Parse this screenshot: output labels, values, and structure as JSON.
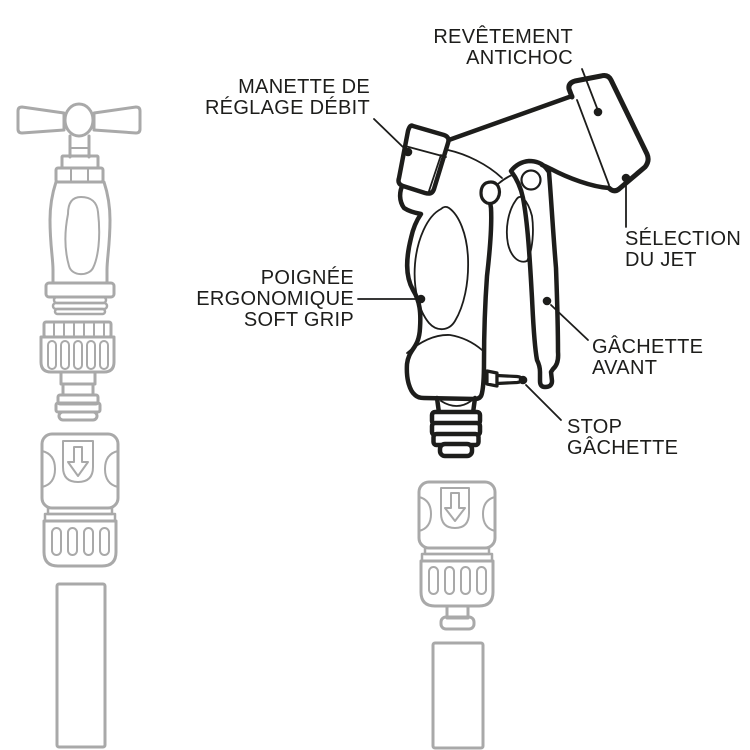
{
  "callouts": {
    "revetement_antichoc": {
      "lines": [
        "REVÊTEMENT",
        "ANTICHOC"
      ]
    },
    "manette_reglage_debit": {
      "lines": [
        "MANETTE DE",
        "RÉGLAGE DÉBIT"
      ]
    },
    "selection_du_jet": {
      "lines": [
        "SÉLECTION",
        "DU JET"
      ]
    },
    "poignee_ergonomique": {
      "lines": [
        "POIGNÉE",
        "ERGONOMIQUE",
        "SOFT GRIP"
      ]
    },
    "gachette_avant": {
      "lines": [
        "GÂCHETTE",
        "AVANT"
      ]
    },
    "stop_gachette": {
      "lines": [
        "STOP",
        "GÂCHETTE"
      ]
    }
  },
  "illustrations": {
    "spray_gun": "spray-gun-line-art",
    "tap": "garden-tap-faded",
    "tap_connector": "threaded-tap-connector-faded",
    "left_quick_connector": "hose-quick-connector-faded",
    "left_hose": "hose-faded",
    "bottom_quick_connector": "hose-quick-connector-faded",
    "bottom_hose": "hose-faded",
    "arrow_symbol": "down-arrow-icon"
  },
  "colors": {
    "ink": "#1d1d1b",
    "gray": "#a9a9a9",
    "bg": "#ffffff"
  }
}
